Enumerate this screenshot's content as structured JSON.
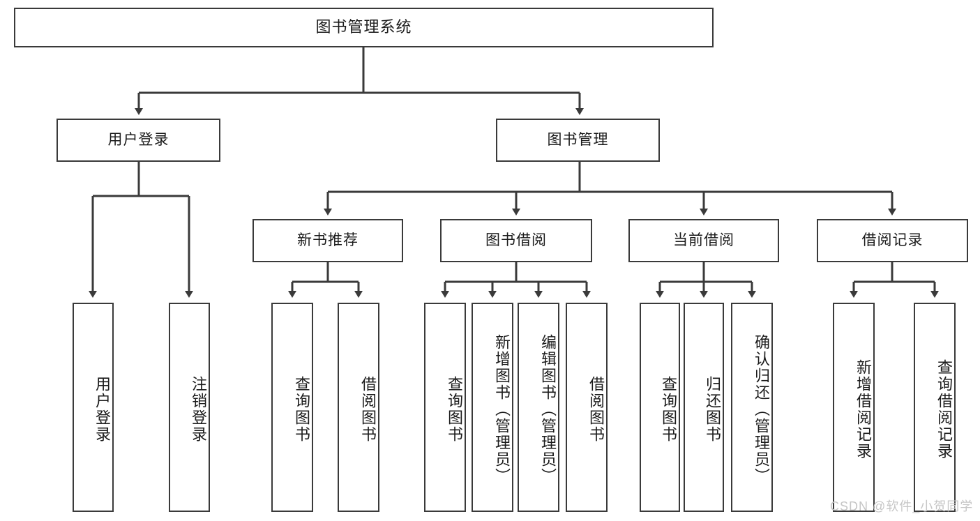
{
  "diagram": {
    "title": "图书管理系统",
    "type": "hierarchy-tree",
    "levels": 4,
    "root": {
      "label": "图书管理系统"
    },
    "level2": [
      {
        "label": "用户登录"
      },
      {
        "label": "图书管理"
      }
    ],
    "level3": [
      {
        "label": "新书推荐"
      },
      {
        "label": "图书借阅"
      },
      {
        "label": "当前借阅"
      },
      {
        "label": "借阅记录"
      }
    ],
    "leaves": {
      "user_login": [
        {
          "label": "用户登录"
        },
        {
          "label": "注销登录"
        }
      ],
      "new_book_recommend": [
        {
          "label": "查询图书"
        },
        {
          "label": "借阅图书"
        }
      ],
      "book_borrow": [
        {
          "label": "查询图书"
        },
        {
          "label": "新增图书（管理员）"
        },
        {
          "label": "编辑图书（管理员）"
        },
        {
          "label": "借阅图书"
        }
      ],
      "current_borrow": [
        {
          "label": "查询图书"
        },
        {
          "label": "归还图书"
        },
        {
          "label": "确认归还（管理员）"
        }
      ],
      "borrow_record": [
        {
          "label": "新增借阅记录"
        },
        {
          "label": "查询借阅记录"
        }
      ]
    }
  },
  "watermark": {
    "text": "CSDN @软件_小贺同学"
  },
  "colors": {
    "box_border": "#3a3a3a",
    "box_fill": "#ffffff",
    "connector": "#3a3a3a",
    "text": "#1b1b1b",
    "watermark": "#c6c6c6"
  }
}
